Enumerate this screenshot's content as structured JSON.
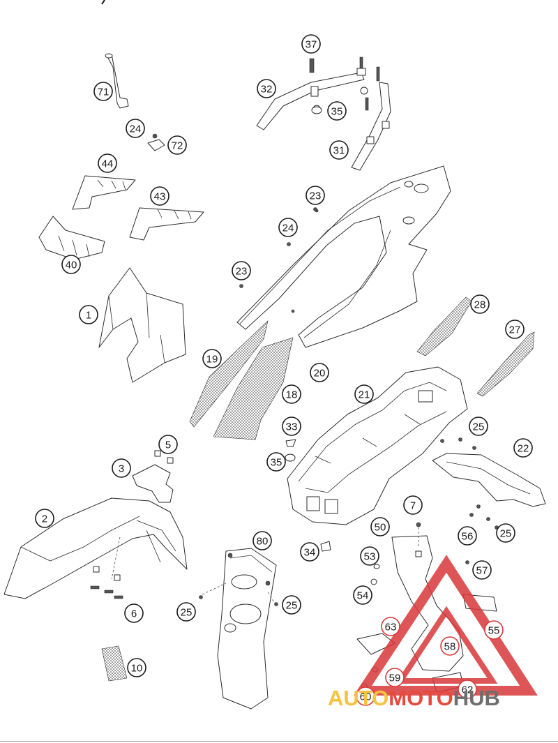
{
  "diagram": {
    "callouts": [
      {
        "id": "c71",
        "label": "71"
      },
      {
        "id": "c24a",
        "label": "24"
      },
      {
        "id": "c72",
        "label": "72"
      },
      {
        "id": "c44",
        "label": "44"
      },
      {
        "id": "c43",
        "label": "43"
      },
      {
        "id": "c40",
        "label": "40"
      },
      {
        "id": "c1",
        "label": "1"
      },
      {
        "id": "c37",
        "label": "37"
      },
      {
        "id": "c32",
        "label": "32"
      },
      {
        "id": "c35a",
        "label": "35"
      },
      {
        "id": "c31",
        "label": "31"
      },
      {
        "id": "c23a",
        "label": "23"
      },
      {
        "id": "c24b",
        "label": "24"
      },
      {
        "id": "c23b",
        "label": "23"
      },
      {
        "id": "c28",
        "label": "28"
      },
      {
        "id": "c27",
        "label": "27"
      },
      {
        "id": "c19",
        "label": "19"
      },
      {
        "id": "c20",
        "label": "20"
      },
      {
        "id": "c18",
        "label": "18"
      },
      {
        "id": "c21",
        "label": "21"
      },
      {
        "id": "c33",
        "label": "33"
      },
      {
        "id": "c35b",
        "label": "35"
      },
      {
        "id": "c25a",
        "label": "25"
      },
      {
        "id": "c22",
        "label": "22"
      },
      {
        "id": "c5",
        "label": "5"
      },
      {
        "id": "c3",
        "label": "3"
      },
      {
        "id": "c2",
        "label": "2"
      },
      {
        "id": "c7",
        "label": "7"
      },
      {
        "id": "c50",
        "label": "50"
      },
      {
        "id": "c56",
        "label": "56"
      },
      {
        "id": "c25b",
        "label": "25"
      },
      {
        "id": "c80",
        "label": "80"
      },
      {
        "id": "c34",
        "label": "34"
      },
      {
        "id": "c53",
        "label": "53"
      },
      {
        "id": "c57",
        "label": "57"
      },
      {
        "id": "c6",
        "label": "6"
      },
      {
        "id": "c25c",
        "label": "25"
      },
      {
        "id": "c25d",
        "label": "25"
      },
      {
        "id": "c54",
        "label": "54"
      },
      {
        "id": "c63",
        "label": "63"
      },
      {
        "id": "c55",
        "label": "55"
      },
      {
        "id": "c58",
        "label": "58"
      },
      {
        "id": "c10",
        "label": "10"
      },
      {
        "id": "c59",
        "label": "59"
      },
      {
        "id": "c62",
        "label": "62"
      },
      {
        "id": "c60",
        "label": "60"
      }
    ]
  },
  "watermark": {
    "part1": "AUTO",
    "part2": "MOTO",
    "part3": "HUB",
    "color1": "#f5c242",
    "color2": "#e64a3b",
    "color3": "#6e6e6e",
    "triangle_color": "#d9383a"
  }
}
